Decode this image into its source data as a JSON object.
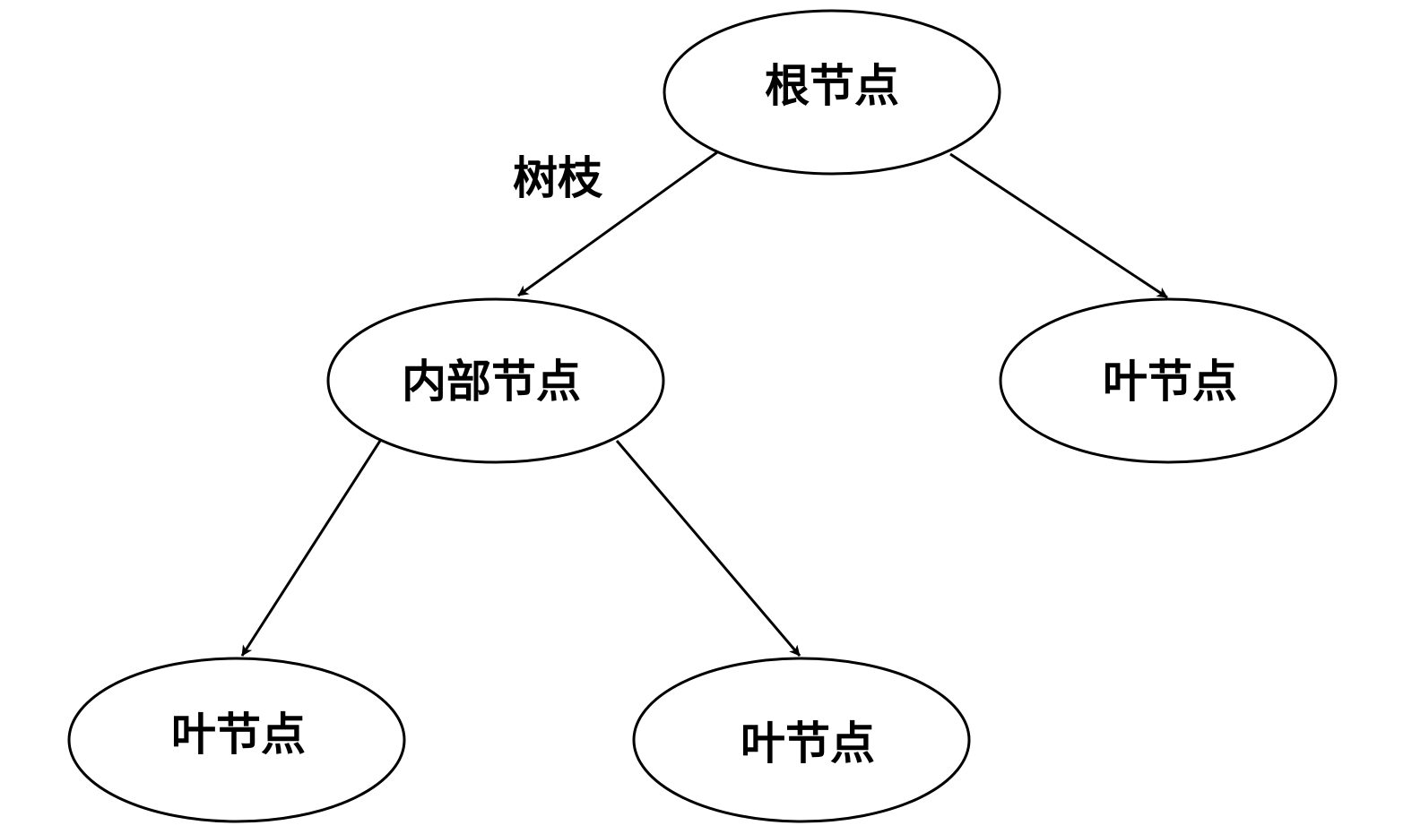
{
  "colors": {
    "stroke": "#000000",
    "fill": "#ffffff",
    "text": "#000000"
  },
  "nodes": [
    {
      "id": "root",
      "label": "根节点"
    },
    {
      "id": "internal",
      "label": "内部节点"
    },
    {
      "id": "leaf-right",
      "label": "叶节点"
    },
    {
      "id": "leaf-bottom-left",
      "label": "叶节点"
    },
    {
      "id": "leaf-bottom-middle",
      "label": "叶节点"
    }
  ],
  "edges": [
    {
      "from": "root",
      "to": "internal",
      "label": "树枝"
    },
    {
      "from": "root",
      "to": "leaf-right",
      "label": ""
    },
    {
      "from": "internal",
      "to": "leaf-bottom-left",
      "label": ""
    },
    {
      "from": "internal",
      "to": "leaf-bottom-middle",
      "label": ""
    }
  ]
}
